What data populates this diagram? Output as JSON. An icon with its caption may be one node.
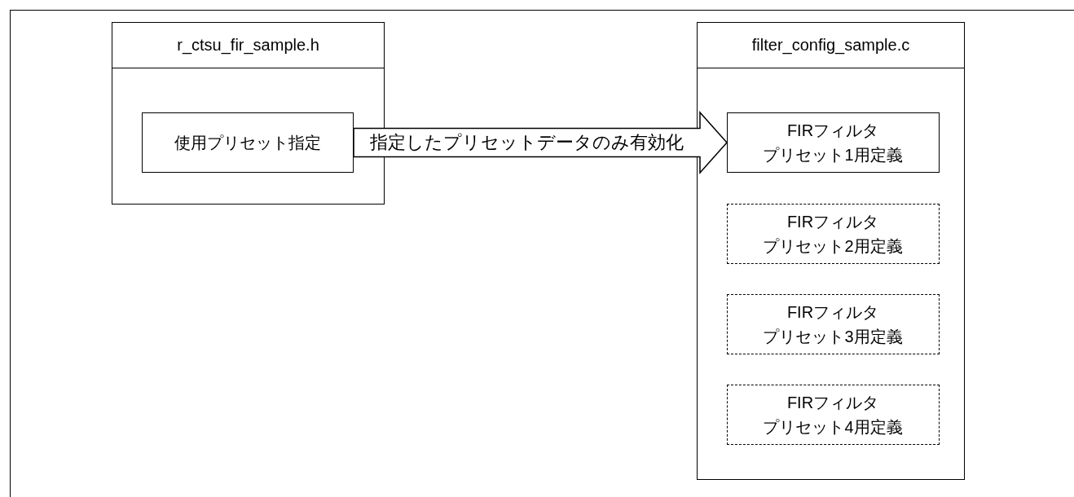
{
  "diagram": {
    "nodes": [
      {
        "text": [
          "r_ctsu_fir_sample.h"
        ]
      },
      {
        "text": [
          "使用プリセット指定"
        ],
        "in": 0
      },
      {
        "text": [
          "filter_config_sample.c"
        ]
      },
      {
        "text": [
          "FIRフィルタ",
          "プリセット1用定義"
        ],
        "in": 2
      },
      {
        "text": [
          "FIRフィルタ",
          "プリセット2用定義"
        ],
        "in": 2
      },
      {
        "text": [
          "FIRフィルタ",
          "プリセット3用定義"
        ],
        "in": 2
      },
      {
        "text": [
          "FIRフィルタ",
          "プリセット4用定義"
        ],
        "in": 2
      }
    ],
    "edges": [
      {
        "from": 1,
        "to": 3,
        "arrow": "to",
        "label": "指定したプリセットデータのみ有効化"
      }
    ]
  }
}
